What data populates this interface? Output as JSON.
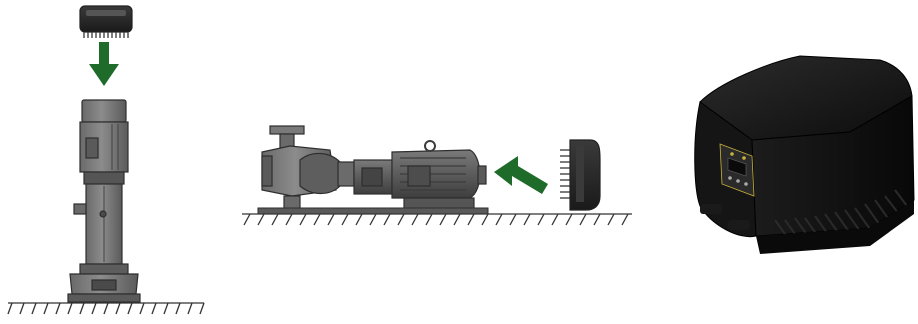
{
  "figure": {
    "panels": [
      {
        "id": "vertical-pump-install",
        "icons": [
          "drive-unit-icon",
          "down-arrow-icon",
          "vertical-pump-icon",
          "ground-hatch-icon"
        ]
      },
      {
        "id": "horizontal-pump-install",
        "icons": [
          "horizontal-pump-icon",
          "motor-icon",
          "drive-unit-icon",
          "diagonal-arrow-icon",
          "ground-hatch-icon"
        ]
      },
      {
        "id": "drive-unit-photo",
        "icons": [
          "drive-unit-photo"
        ]
      }
    ],
    "colors": {
      "arrow": "#1f6b2a",
      "pump_dark": "#4a4a4a",
      "pump_mid": "#6e6e6e",
      "pump_light": "#9a9a9a",
      "housing": "#111111",
      "display_accent": "#c9b23a"
    }
  }
}
